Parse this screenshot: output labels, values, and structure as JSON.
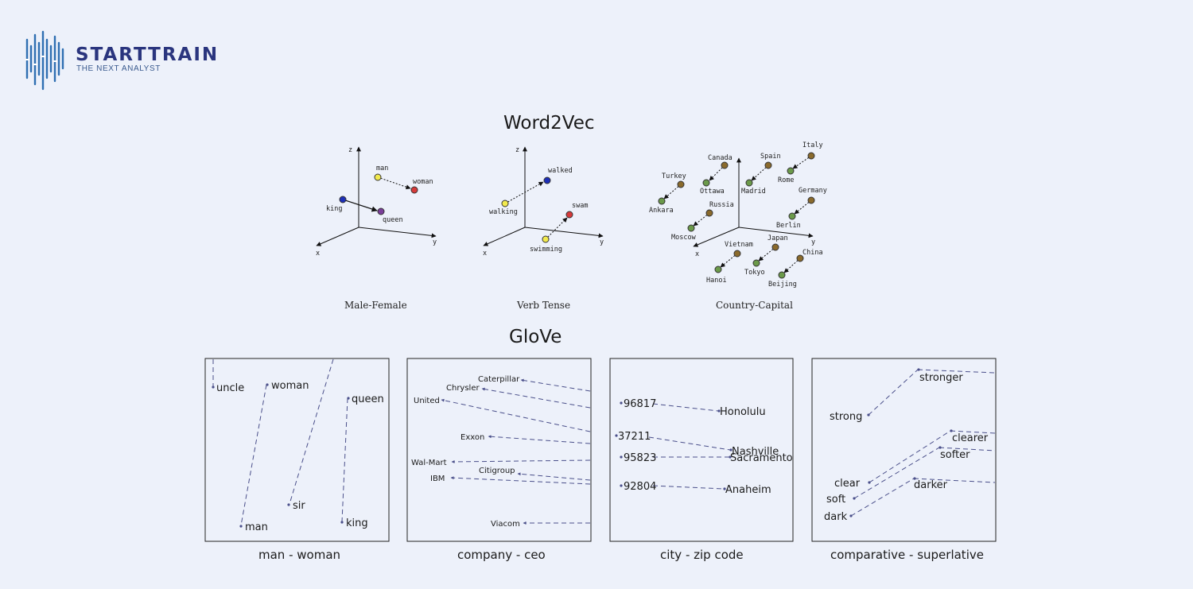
{
  "logo": {
    "name": "STARTTRAIN",
    "tagline": "THE NEXT ANALYST"
  },
  "word2vec": {
    "title": "Word2Vec",
    "panels": [
      {
        "caption": "Male-Female",
        "axes": [
          "x",
          "y",
          "z"
        ],
        "words": [
          "man",
          "woman",
          "king",
          "queen"
        ]
      },
      {
        "caption": "Verb Tense",
        "axes": [
          "x",
          "y",
          "z"
        ],
        "words": [
          "walking",
          "walked",
          "swimming",
          "swam"
        ]
      },
      {
        "caption": "Country-Capital",
        "axes": [
          "x",
          "y"
        ],
        "words": [
          "Canada",
          "Ottawa",
          "Spain",
          "Madrid",
          "Italy",
          "Rome",
          "Turkey",
          "Ankara",
          "Germany",
          "Berlin",
          "Russia",
          "Moscow",
          "Vietnam",
          "Hanoi",
          "Japan",
          "Tokyo",
          "China",
          "Beijing"
        ]
      }
    ],
    "colors": {
      "blue": "#1d2fb8",
      "red": "#d63a3a",
      "yellow": "#f2ea4e",
      "purple": "#7a3e9a",
      "brown": "#8a6a2c",
      "green": "#6b9a4a"
    }
  },
  "glove": {
    "title": "GloVe",
    "panels": [
      {
        "caption": "man - woman",
        "words": [
          "uncle",
          "woman",
          "queen",
          "sir",
          "man",
          "king"
        ]
      },
      {
        "caption": "company - ceo",
        "words": [
          "Caterpillar",
          "Chrysler",
          "United",
          "Exxon",
          "Wal-Mart",
          "Citigroup",
          "IBM",
          "Viacom"
        ]
      },
      {
        "caption": "city - zip code",
        "words": [
          "96817",
          "Honolulu",
          "37211",
          "Nashville",
          "95823",
          "Sacramento",
          "92804",
          "Anaheim"
        ]
      },
      {
        "caption": "comparative - superlative",
        "words": [
          "stronger",
          "strong",
          "clearer",
          "softer",
          "clear",
          "darker",
          "soft",
          "dark"
        ]
      }
    ]
  }
}
